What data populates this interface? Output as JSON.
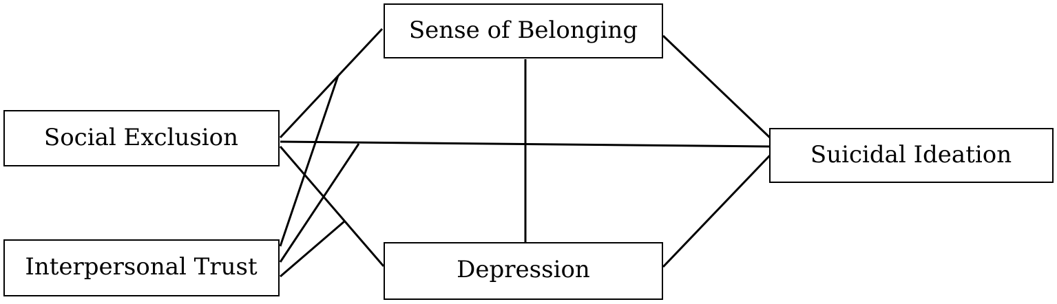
{
  "diagram": {
    "nodes": {
      "sense_of_belonging": "Sense of Belonging",
      "social_exclusion": "Social Exclusion",
      "interpersonal_trust": "Interpersonal Trust",
      "depression": "Depression",
      "suicidal_ideation": "Suicidal Ideation"
    },
    "edges": [
      {
        "from": "social_exclusion",
        "to": "sense_of_belonging"
      },
      {
        "from": "social_exclusion",
        "to": "depression"
      },
      {
        "from": "social_exclusion",
        "to": "suicidal_ideation"
      },
      {
        "from": "sense_of_belonging",
        "to": "depression"
      },
      {
        "from": "sense_of_belonging",
        "to": "suicidal_ideation"
      },
      {
        "from": "depression",
        "to": "suicidal_ideation"
      },
      {
        "from": "interpersonal_trust",
        "to": "path:social_exclusion->sense_of_belonging"
      },
      {
        "from": "interpersonal_trust",
        "to": "path:social_exclusion->suicidal_ideation"
      },
      {
        "from": "interpersonal_trust",
        "to": "path:social_exclusion->depression"
      }
    ]
  }
}
